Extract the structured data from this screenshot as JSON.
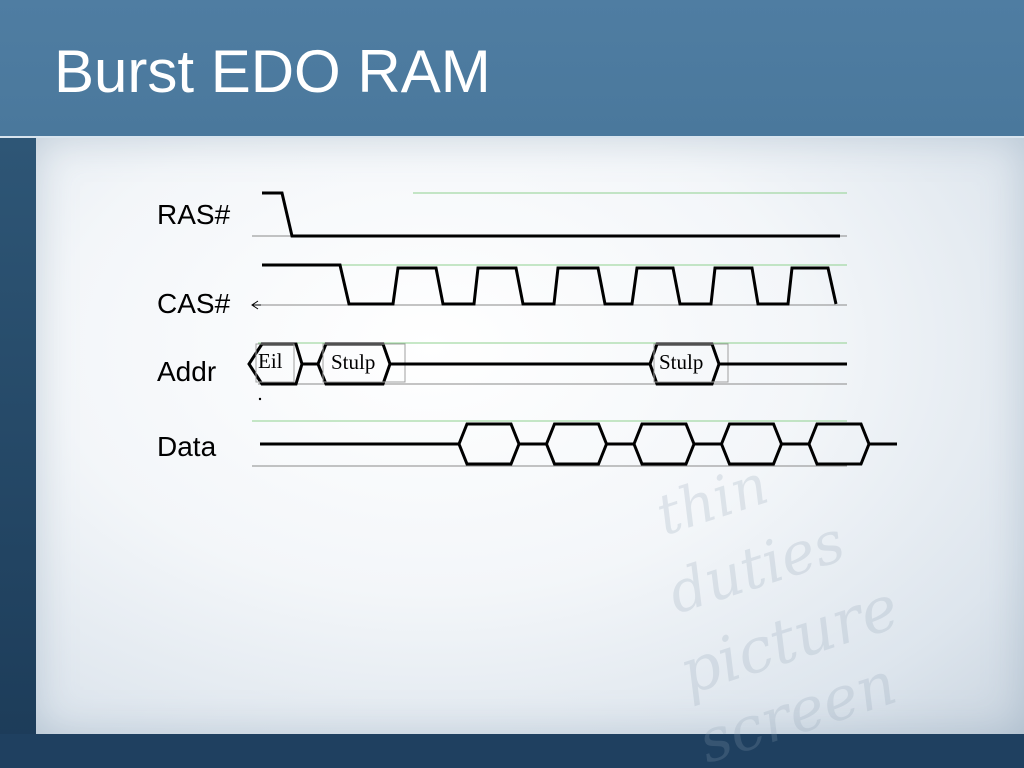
{
  "slide": {
    "title": "Burst EDO RAM"
  },
  "diagram": {
    "signals": [
      {
        "id": "ras",
        "label": "RAS#"
      },
      {
        "id": "cas",
        "label": "CAS#"
      },
      {
        "id": "addr",
        "label": "Addr"
      },
      {
        "id": "data",
        "label": "Data"
      }
    ],
    "address_boxes": [
      {
        "label": "Eil"
      },
      {
        "label": "Stulp"
      },
      {
        "label": "Stulp"
      }
    ],
    "data_beats": 5
  },
  "theme": {
    "title_bar": "#4f7da2",
    "title_text": "#ffffff",
    "trace": "#000000",
    "guide_green": "#8fd18f"
  }
}
